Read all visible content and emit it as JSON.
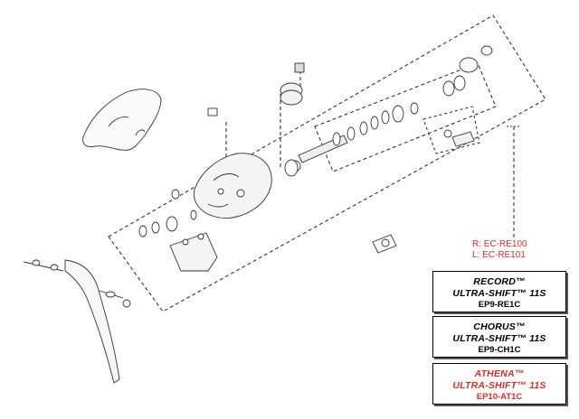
{
  "callout": {
    "right_code": "R: EC-RE100",
    "left_code": "L: EC-RE101",
    "color": "#d0312d"
  },
  "kits": [
    {
      "name": "RECORD™",
      "model": "ULTRA-SHIFT™ 11S",
      "code": "EP9-RE1C",
      "color": "#000000"
    },
    {
      "name": "CHORUS™",
      "model": "ULTRA-SHIFT™ 11S",
      "code": "EP9-CH1C",
      "color": "#000000"
    },
    {
      "name": "ATHENA™",
      "model": "ULTRA-SHIFT™ 11S",
      "code": "EP10-AT1C",
      "color": "#d0312d"
    }
  ]
}
